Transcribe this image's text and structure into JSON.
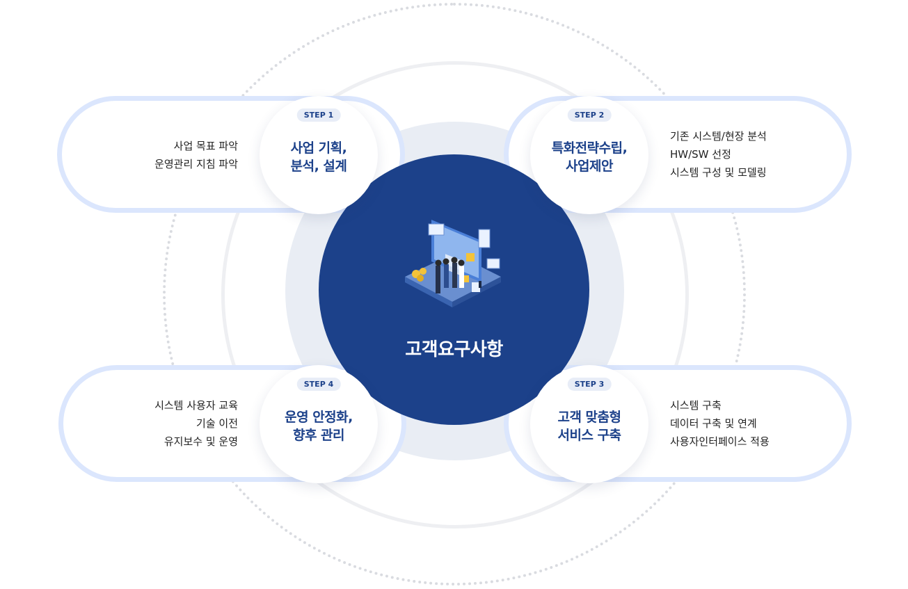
{
  "center": {
    "title": "고객요구사항"
  },
  "steps": [
    {
      "badge": "STEP 1",
      "title_lines": [
        "사업 기획,",
        "분석, 설계"
      ],
      "details": [
        "사업 목표 파악",
        "운영관리 지침 파악"
      ]
    },
    {
      "badge": "STEP 2",
      "title_lines": [
        "특화전략수립,",
        "사업제안"
      ],
      "details": [
        "기존 시스템/현장 분석",
        "HW/SW 선정",
        "시스템 구성 및 모델링"
      ]
    },
    {
      "badge": "STEP 3",
      "title_lines": [
        "고객 맞춤형",
        "서비스 구축"
      ],
      "details": [
        "시스템 구축",
        "데이터 구축 및 연계",
        "사용자인터페이스 적용"
      ]
    },
    {
      "badge": "STEP 4",
      "title_lines": [
        "운영 안정화,",
        "향후 관리"
      ],
      "details": [
        "시스템 사용자 교육",
        "기술 이전",
        "유지보수 및 운영"
      ]
    }
  ],
  "colors": {
    "primary": "#1c418a",
    "pill_border": "#dbe6fd",
    "disc": "#e9edf4"
  }
}
